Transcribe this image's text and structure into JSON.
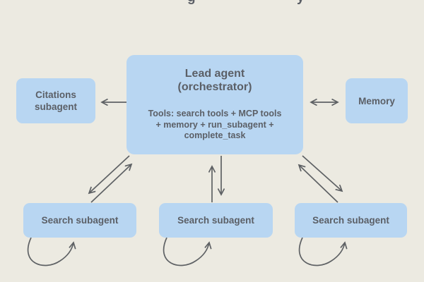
{
  "cropped_title": {
    "fragment_1": "g",
    "fragment_2": "y"
  },
  "colors": {
    "background": "#ECEAE1",
    "node_fill": "#B8D6F2",
    "text": "#5B5F66",
    "arrow": "#5E6164"
  },
  "nodes": {
    "lead_agent": {
      "title_line1": "Lead agent",
      "title_line2": "(orchestrator)",
      "tools_line1": "Tools: search tools + MCP tools",
      "tools_line2": "+ memory + run_subagent +",
      "tools_line3": "complete_task"
    },
    "citations": {
      "label": "Citations subagent"
    },
    "memory": {
      "label": "Memory"
    },
    "search_1": {
      "label": "Search subagent"
    },
    "search_2": {
      "label": "Search subagent"
    },
    "search_3": {
      "label": "Search subagent"
    }
  },
  "connections": [
    {
      "from": "lead_agent",
      "to": "citations",
      "style": "single-arrow"
    },
    {
      "from": "lead_agent",
      "to": "memory",
      "style": "double-arrow"
    },
    {
      "from": "lead_agent",
      "to": "search_1",
      "style": "paired-arrows-both-directions"
    },
    {
      "from": "lead_agent",
      "to": "search_2",
      "style": "paired-arrows-both-directions"
    },
    {
      "from": "lead_agent",
      "to": "search_3",
      "style": "paired-arrows-both-directions"
    },
    {
      "from": "search_1",
      "to": "search_1",
      "style": "self-loop"
    },
    {
      "from": "search_2",
      "to": "search_2",
      "style": "self-loop"
    },
    {
      "from": "search_3",
      "to": "search_3",
      "style": "self-loop"
    }
  ]
}
